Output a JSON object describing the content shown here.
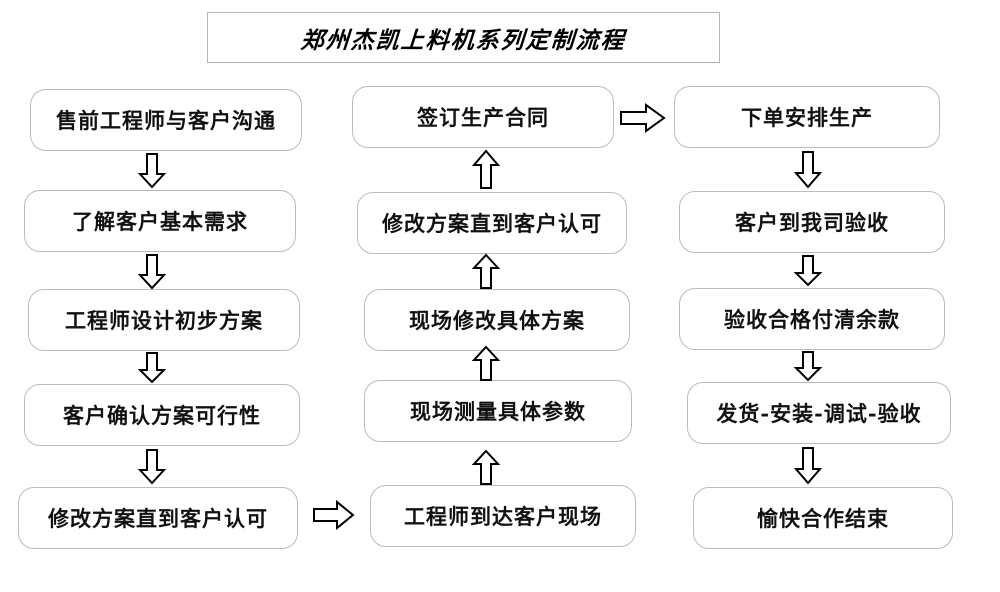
{
  "header": {
    "title": "郑州杰凯上料机系列定制流程"
  },
  "flowchart": {
    "type": "flowchart",
    "columns": [
      {
        "name": "pre-sales-column",
        "direction": "down",
        "nodes": [
          {
            "id": "n1",
            "label": "售前工程师与客户沟通"
          },
          {
            "id": "n2",
            "label": "了解客户基本需求"
          },
          {
            "id": "n3",
            "label": "工程师设计初步方案"
          },
          {
            "id": "n4",
            "label": "客户确认方案可行性"
          },
          {
            "id": "n5",
            "label": "修改方案直到客户认可"
          }
        ]
      },
      {
        "name": "on-site-column",
        "direction": "up",
        "nodes": [
          {
            "id": "n10",
            "label": "签订生产合同"
          },
          {
            "id": "n9",
            "label": "修改方案直到客户认可"
          },
          {
            "id": "n8",
            "label": "现场修改具体方案"
          },
          {
            "id": "n7",
            "label": "现场测量具体参数"
          },
          {
            "id": "n6",
            "label": "工程师到达客户现场"
          }
        ]
      },
      {
        "name": "production-column",
        "direction": "down",
        "nodes": [
          {
            "id": "n11",
            "label": "下单安排生产"
          },
          {
            "id": "n12",
            "label": "客户到我司验收"
          },
          {
            "id": "n13",
            "label": "验收合格付清余款"
          },
          {
            "id": "n14",
            "label": "发货-安装-调试-验收"
          },
          {
            "id": "n15",
            "label": "愉快合作结束"
          }
        ]
      }
    ],
    "connectors": [
      {
        "id": "a1",
        "from": "n1",
        "to": "n2",
        "direction": "down",
        "glyph": "down-arrow-icon"
      },
      {
        "id": "a2",
        "from": "n2",
        "to": "n3",
        "direction": "down",
        "glyph": "down-arrow-icon"
      },
      {
        "id": "a3",
        "from": "n3",
        "to": "n4",
        "direction": "down",
        "glyph": "down-arrow-icon"
      },
      {
        "id": "a4",
        "from": "n4",
        "to": "n5",
        "direction": "down",
        "glyph": "down-arrow-icon"
      },
      {
        "id": "a5",
        "from": "n5",
        "to": "n6",
        "direction": "right",
        "glyph": "right-arrow-icon"
      },
      {
        "id": "a6",
        "from": "n6",
        "to": "n7",
        "direction": "up",
        "glyph": "up-arrow-icon"
      },
      {
        "id": "a7",
        "from": "n7",
        "to": "n8",
        "direction": "up",
        "glyph": "up-arrow-icon"
      },
      {
        "id": "a8",
        "from": "n8",
        "to": "n9",
        "direction": "up",
        "glyph": "up-arrow-icon"
      },
      {
        "id": "a9",
        "from": "n9",
        "to": "n10",
        "direction": "up",
        "glyph": "up-arrow-icon"
      },
      {
        "id": "a10",
        "from": "n10",
        "to": "n11",
        "direction": "right",
        "glyph": "right-arrow-icon"
      },
      {
        "id": "a11",
        "from": "n11",
        "to": "n12",
        "direction": "down",
        "glyph": "down-arrow-icon"
      },
      {
        "id": "a12",
        "from": "n12",
        "to": "n13",
        "direction": "down",
        "glyph": "down-arrow-icon"
      },
      {
        "id": "a13",
        "from": "n13",
        "to": "n14",
        "direction": "down",
        "glyph": "down-arrow-icon"
      },
      {
        "id": "a14",
        "from": "n14",
        "to": "n15",
        "direction": "down",
        "glyph": "down-arrow-icon"
      }
    ]
  },
  "colors": {
    "background": "#ffffff",
    "node_border": "#bcbcbc",
    "title_border": "#b6b6b6",
    "text": "#111111",
    "arrow_stroke": "#000000",
    "arrow_fill": "#ffffff"
  }
}
